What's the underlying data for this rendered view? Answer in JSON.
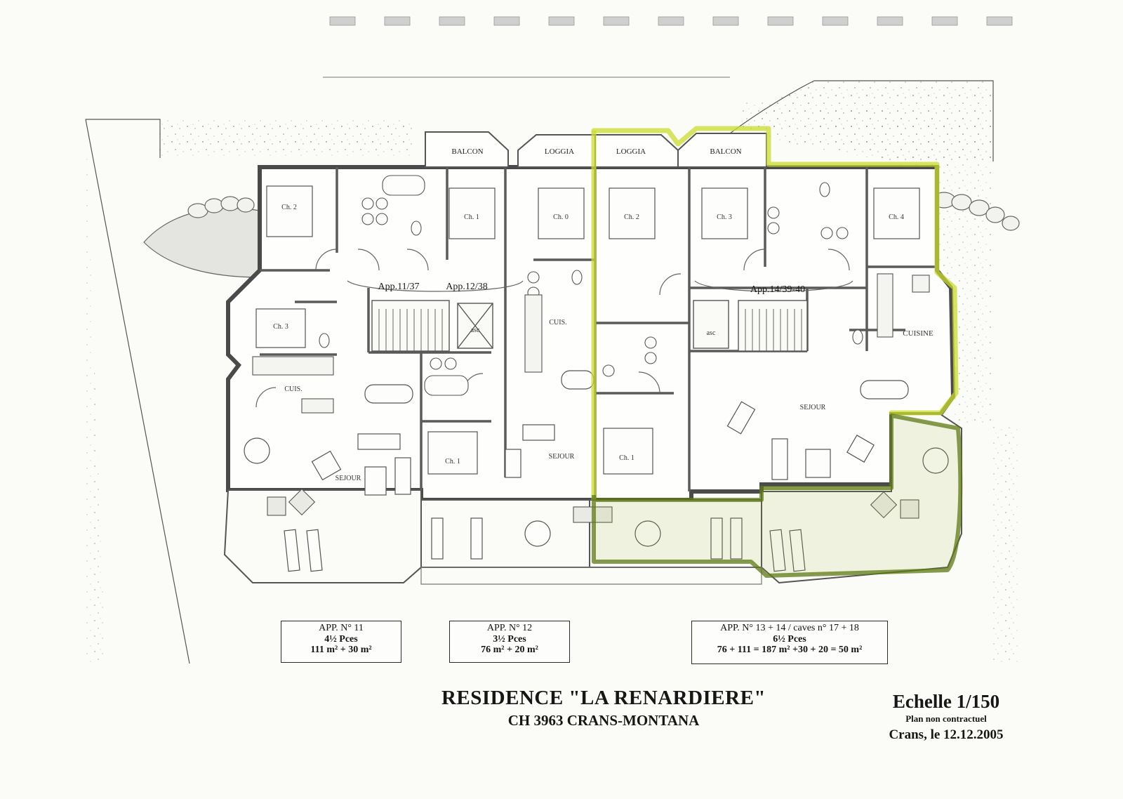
{
  "title": "RESIDENCE \"LA RENARDIERE\"",
  "subtitle": "CH 3963 CRANS-MONTANA",
  "scale": {
    "label": "Echelle 1/150",
    "disclaimer": "Plan non contractuel",
    "place_date": "Crans, le 12.12.2005"
  },
  "apartments": [
    {
      "line1": "APP. N° 11",
      "line2": "4½ Pces",
      "line3": "111 m² + 30 m²"
    },
    {
      "line1": "APP. N° 12",
      "line2": "3½ Pces",
      "line3": "76 m² + 20 m²"
    },
    {
      "line1": "APP. N° 13 + 14 / caves n° 17 + 18",
      "line2": "6½ Pces",
      "line3": "76 + 111 = 187 m² +30 + 20 = 50 m²"
    }
  ],
  "rooms": {
    "balcon_left": "BALCON",
    "loggia_left": "LOGGIA",
    "loggia_right": "LOGGIA",
    "balcon_right": "BALCON",
    "ch2_a": "Ch. 2",
    "ch1_a": "Ch. 1",
    "ch0": "Ch. 0",
    "ch2_b": "Ch. 2",
    "ch3_b": "Ch. 3",
    "ch4": "Ch. 4",
    "ch3_a": "Ch. 3",
    "cuis_a": "CUIS.",
    "cuis_b": "CUIS.",
    "cuisine": "CUISINE",
    "asc_a": "asc",
    "asc_b": "asc",
    "sejour_a": "SEJOUR",
    "sejour_b": "SEJOUR",
    "sejour_c": "SEJOUR",
    "ch1_b": "Ch. 1",
    "ch1_c": "Ch. 1",
    "app_11_37": "App.11/37",
    "app_12_38": "App.12/38",
    "app_14_39_40": "App.14/39-40"
  },
  "colors": {
    "wall": "#4a4a4a",
    "highlight": "#c9dc2c",
    "highlight_dark": "#5e7a14",
    "paper": "#fbfbf8",
    "ink": "#161616"
  }
}
